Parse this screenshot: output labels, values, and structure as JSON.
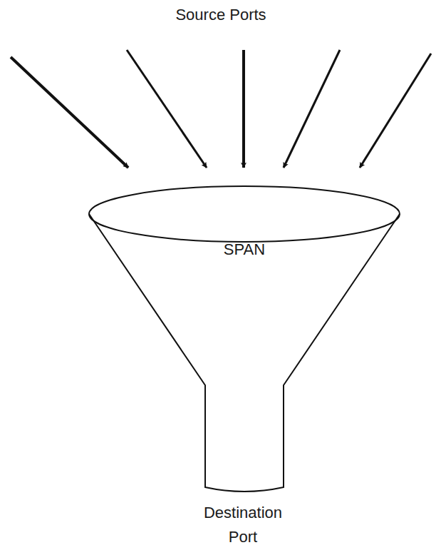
{
  "diagram": {
    "nodes": [
      {
        "text": [
          "SPAN"
        ]
      }
    ],
    "labels": [
      "Source Ports",
      "Destination Port"
    ]
  }
}
